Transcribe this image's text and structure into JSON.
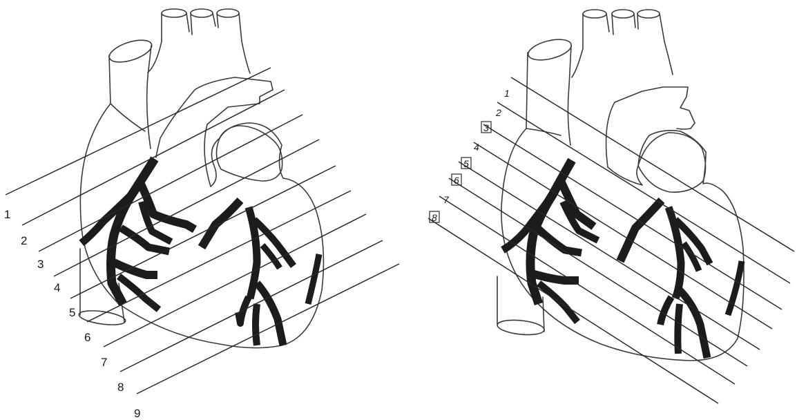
{
  "left_view": {
    "slice_labels": [
      "1",
      "2",
      "3",
      "4",
      "5",
      "6",
      "7",
      "8",
      "9"
    ]
  },
  "right_view": {
    "slice_labels": [
      "1",
      "2",
      "3",
      "4",
      "5",
      "6",
      "7",
      "8"
    ]
  }
}
